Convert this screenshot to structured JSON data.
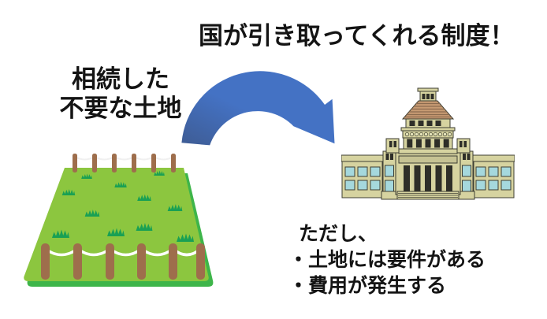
{
  "title": "国が引き取ってくれる制度！",
  "source": {
    "label_line1": "相続した",
    "label_line2": "不要な土地"
  },
  "caveats": {
    "heading": "ただし、",
    "items": [
      "・土地には要件がある",
      "・費用が発生する"
    ]
  },
  "illustrations": {
    "land": "vacant-inherited-land-with-rope-fence",
    "arrow": "curved-arrow-land-to-government",
    "building": "national-diet-building"
  },
  "colors": {
    "arrow_blue": "#4472C4",
    "arrow_blue_dark": "#3E5C94",
    "field_green": "#8CC63F",
    "field_base_green": "#3EB54A",
    "grass_green": "#19A054",
    "fence_brown": "#9E6E4C",
    "rope_white": "#F4F4F4",
    "building_khaki": "#D6D3A0",
    "building_khaki_shade": "#C6C394",
    "building_outline": "#3F3F33",
    "roof_tan": "#C79B73",
    "window_dark": "#2E2E28",
    "window_blue": "#A5D8DD",
    "text_black": "#141414"
  }
}
